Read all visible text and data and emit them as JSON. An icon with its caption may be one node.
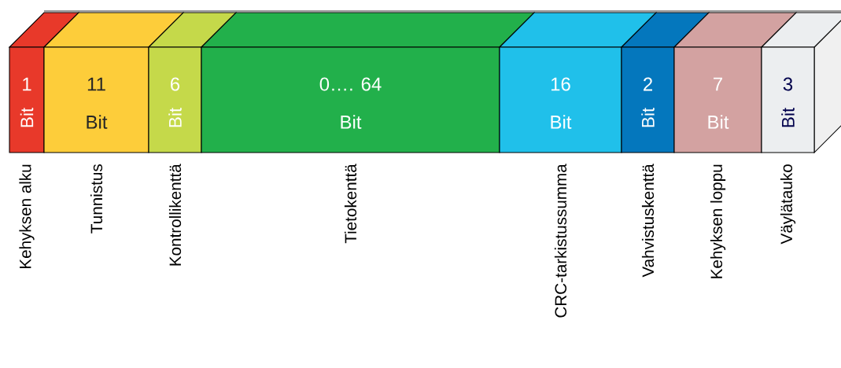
{
  "diagram": {
    "nodes": [
      {
        "text": [
          "1",
          "Bit"
        ],
        "beside": [
          "Kehyksen alku"
        ]
      },
      {
        "text": [
          "11",
          "Bit"
        ],
        "beside": [
          "Tunnistus"
        ]
      },
      {
        "text": [
          "6",
          "Bit"
        ],
        "beside": [
          "Kontrollikenttä"
        ]
      },
      {
        "text": [
          "0…. 64",
          "Bit"
        ],
        "beside": [
          "Tietokenttä"
        ]
      },
      {
        "text": [
          "16",
          "Bit"
        ],
        "beside": [
          "CRC-tarkistussumma"
        ]
      },
      {
        "text": [
          "2",
          "Bit"
        ],
        "beside": [
          "Vahvistuskenttä"
        ]
      },
      {
        "text": [
          "7",
          "Bit"
        ],
        "beside": [
          "Kehyksen loppu"
        ]
      },
      {
        "text": [
          "3",
          "Bit"
        ],
        "beside": [
          "Väylätauko"
        ]
      }
    ]
  }
}
